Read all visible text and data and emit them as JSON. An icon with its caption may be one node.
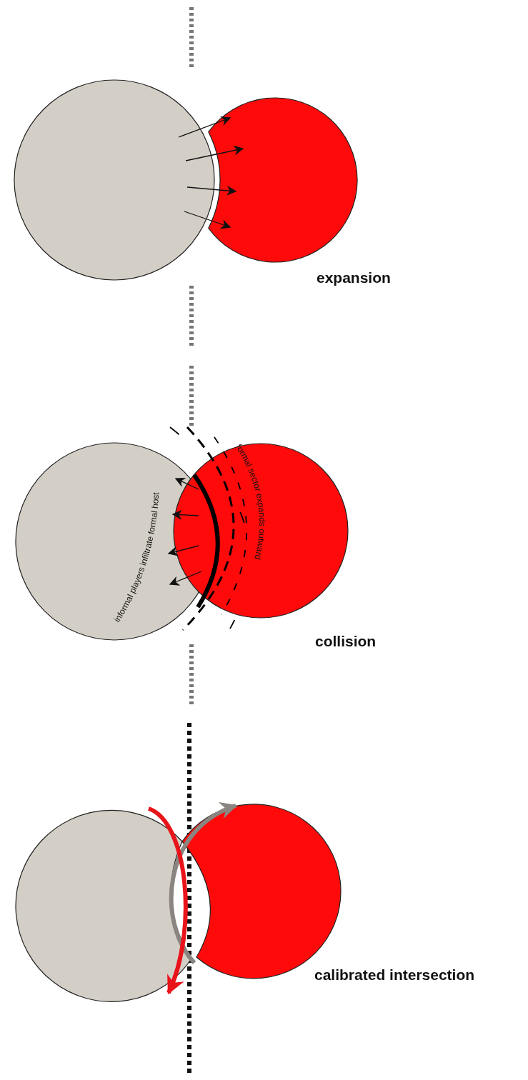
{
  "diagram": {
    "labels": [
      "expansion",
      "informal players infiltrate formal host",
      "formal sector expands outward",
      "collision",
      "calibrated intersection"
    ]
  }
}
